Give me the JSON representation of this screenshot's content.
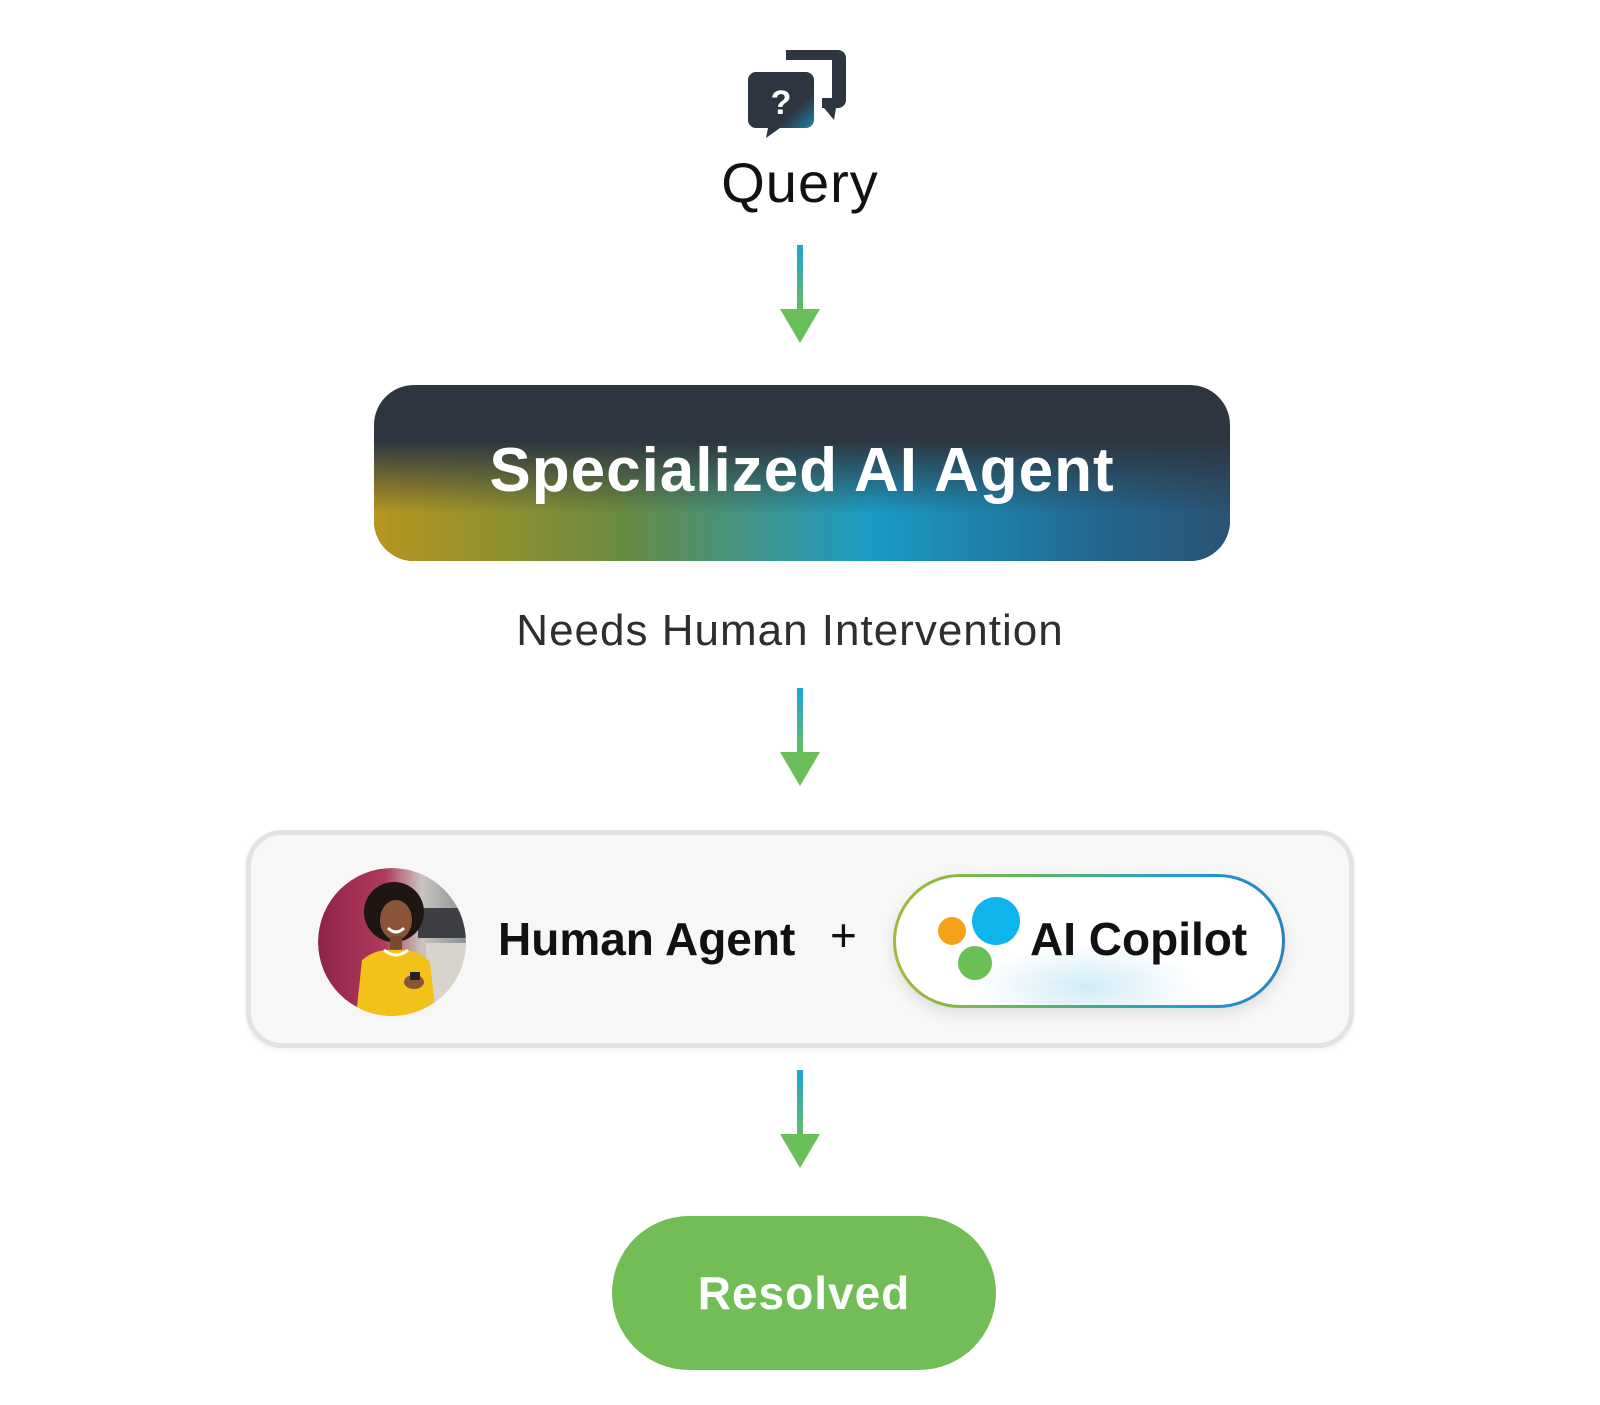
{
  "flow": {
    "query": {
      "label": "Query",
      "icon": "question-chat-icon"
    },
    "agent": {
      "title": "Specialized AI Agent"
    },
    "condition": {
      "label": "Needs Human Intervention"
    },
    "collaboration": {
      "human_label": "Human Agent",
      "plus": "+",
      "copilot_label": "AI Copilot",
      "avatar": "human-agent-avatar",
      "copilot_icon": "copilot-dots-icon"
    },
    "result": {
      "label": "Resolved"
    }
  },
  "colors": {
    "dark": "#2d3640",
    "green": "#72bd55",
    "blue": "#1d9fd6",
    "orange": "#f5a21b",
    "arrow_top": "#1da3d8",
    "arrow_bottom": "#6abf5a"
  }
}
